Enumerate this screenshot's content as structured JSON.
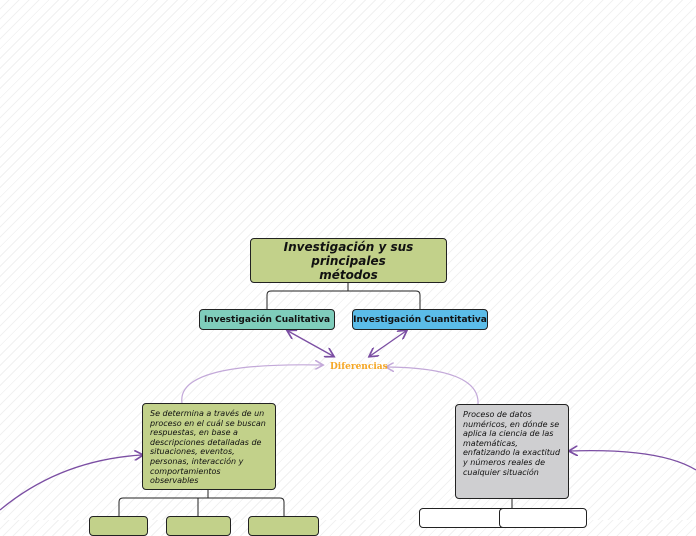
{
  "root": {
    "title": "Investigación y sus principales métodos"
  },
  "branches": {
    "qualitative": "Investigación Cualitativa",
    "quantitative": "Investigación Cuantitativa"
  },
  "relation": {
    "label": "Diferencias"
  },
  "descriptions": {
    "qualitative": "Se determina a través de un proceso en el cuál se buscan respuestas, en base a descripciones detalladas de situaciones, eventos, personas, interacción y comportamientos observables",
    "quantitative": "Proceso de datos numéricos, en dónde se aplica la ciencia de las matemáticas, enfatizando la exactitud y números reales de cualquier situación"
  },
  "colors": {
    "root": "#c2d18a",
    "qualitative": "#7fcdbb",
    "quantitative": "#5bbce8",
    "relation": "#f5a623",
    "arrow": "#7b4ea3"
  }
}
